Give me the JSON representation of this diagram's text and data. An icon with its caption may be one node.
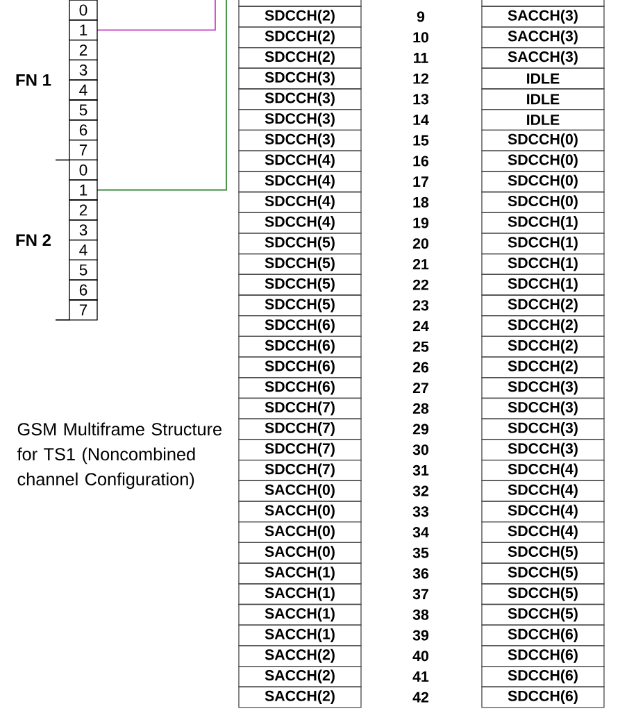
{
  "diagram": {
    "caption": "GSM Multiframe Structure for TS1 (Noncombined channel Configuration)",
    "nodes": [
      {
        "text": [
          "0"
        ]
      },
      {
        "text": [
          "1"
        ]
      },
      {
        "text": [
          "2"
        ]
      },
      {
        "text": [
          "3"
        ]
      },
      {
        "text": [
          "4"
        ]
      },
      {
        "text": [
          "5"
        ]
      },
      {
        "text": [
          "6"
        ]
      },
      {
        "text": [
          "7"
        ]
      },
      {
        "text": [
          "0"
        ]
      },
      {
        "text": [
          "1"
        ]
      },
      {
        "text": [
          "2"
        ]
      },
      {
        "text": [
          "3"
        ]
      },
      {
        "text": [
          "4"
        ]
      },
      {
        "text": [
          "5"
        ]
      },
      {
        "text": [
          "6"
        ]
      },
      {
        "text": [
          "7"
        ]
      }
    ],
    "edges": [
      {
        "from": 1,
        "to": null,
        "arrow": "none",
        "color": "#c030c0"
      },
      {
        "from": 9,
        "to": null,
        "arrow": "none",
        "color": "#207a20"
      }
    ],
    "labels": [
      "FN 1",
      "FN 2",
      "SDCCH(2)",
      "9",
      "SACCH(3)",
      "SDCCH(2)",
      "10",
      "SACCH(3)",
      "SDCCH(2)",
      "11",
      "SACCH(3)",
      "SDCCH(3)",
      "12",
      "IDLE",
      "SDCCH(3)",
      "13",
      "IDLE",
      "SDCCH(3)",
      "14",
      "IDLE",
      "SDCCH(3)",
      "15",
      "SDCCH(0)",
      "SDCCH(4)",
      "16",
      "SDCCH(0)",
      "SDCCH(4)",
      "17",
      "SDCCH(0)",
      "SDCCH(4)",
      "18",
      "SDCCH(0)",
      "SDCCH(4)",
      "19",
      "SDCCH(1)",
      "SDCCH(5)",
      "20",
      "SDCCH(1)",
      "SDCCH(5)",
      "21",
      "SDCCH(1)",
      "SDCCH(5)",
      "22",
      "SDCCH(1)",
      "SDCCH(5)",
      "23",
      "SDCCH(2)",
      "SDCCH(6)",
      "24",
      "SDCCH(2)",
      "SDCCH(6)",
      "25",
      "SDCCH(2)",
      "SDCCH(6)",
      "26",
      "SDCCH(2)",
      "SDCCH(6)",
      "27",
      "SDCCH(3)",
      "SDCCH(7)",
      "28",
      "SDCCH(3)",
      "SDCCH(7)",
      "29",
      "SDCCH(3)",
      "SDCCH(7)",
      "30",
      "SDCCH(3)",
      "SDCCH(7)",
      "31",
      "SDCCH(4)",
      "SACCH(0)",
      "32",
      "SDCCH(4)",
      "SACCH(0)",
      "33",
      "SDCCH(4)",
      "SACCH(0)",
      "34",
      "SDCCH(4)",
      "SACCH(0)",
      "35",
      "SDCCH(5)",
      "SACCH(1)",
      "36",
      "SDCCH(5)",
      "SACCH(1)",
      "37",
      "SDCCH(5)",
      "SACCH(1)",
      "38",
      "SDCCH(5)",
      "SACCH(1)",
      "39",
      "SDCCH(6)",
      "SACCH(2)",
      "40",
      "SDCCH(6)",
      "SACCH(2)",
      "41",
      "SDCCH(6)",
      "SACCH(2)",
      "42",
      "SDCCH(6)"
    ]
  }
}
